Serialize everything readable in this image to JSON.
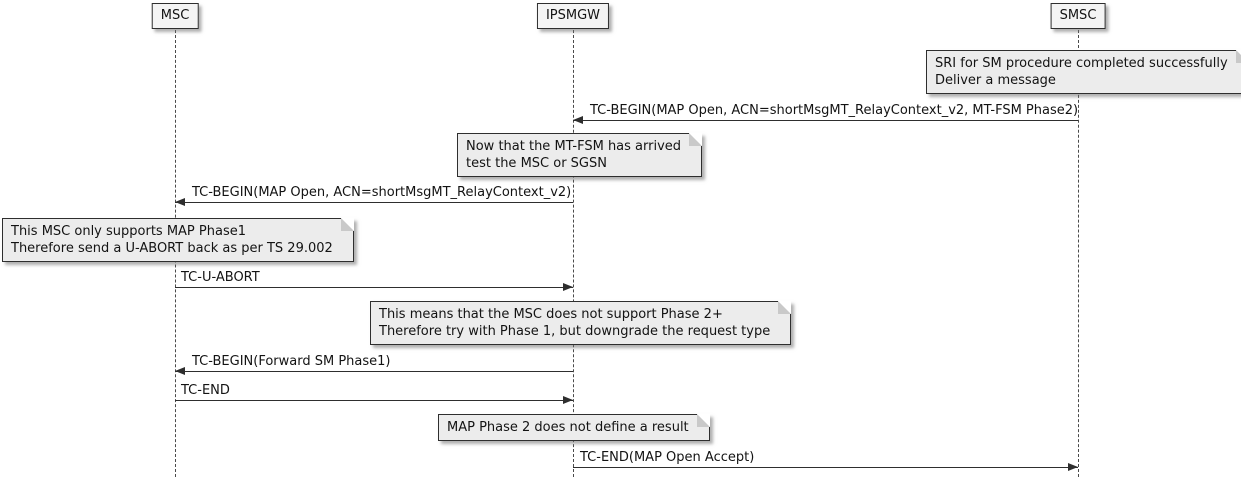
{
  "diagram": {
    "type": "sequence-diagram",
    "colors": {
      "background": "#ffffff",
      "participant_fill": "#f4f4f4",
      "note_fill": "#ececec",
      "line": "#2e2e2e",
      "text": "#131313"
    },
    "participants": [
      {
        "name": "MSC"
      },
      {
        "name": "IPSMGW"
      },
      {
        "name": "SMSC"
      }
    ],
    "notes": [
      {
        "over": "SMSC",
        "lines": [
          "SRI for SM procedure completed successfully",
          "Deliver a message"
        ]
      },
      {
        "over": "IPSMGW",
        "lines": [
          "Now that the MT-FSM has arrived",
          "test the MSC or SGSN"
        ]
      },
      {
        "over": "MSC",
        "lines": [
          "This MSC only supports MAP Phase1",
          "Therefore send a U-ABORT back as per TS 29.002"
        ]
      },
      {
        "over": "IPSMGW",
        "lines": [
          "This means that the MSC does not support Phase 2+",
          "Therefore try with Phase 1, but downgrade the request type"
        ]
      },
      {
        "over": "IPSMGW",
        "lines": [
          "MAP Phase 2 does not define a result"
        ]
      }
    ],
    "messages": [
      {
        "label": "TC-BEGIN(MAP Open, ACN=shortMsgMT_RelayContext_v2, MT-FSM Phase2)",
        "from": "SMSC",
        "to": "IPSMGW"
      },
      {
        "label": "TC-BEGIN(MAP Open, ACN=shortMsgMT_RelayContext_v2)",
        "from": "IPSMGW",
        "to": "MSC"
      },
      {
        "label": "TC-U-ABORT",
        "from": "MSC",
        "to": "IPSMGW"
      },
      {
        "label": "TC-BEGIN(Forward SM Phase1)",
        "from": "IPSMGW",
        "to": "MSC"
      },
      {
        "label": "TC-END",
        "from": "MSC",
        "to": "IPSMGW"
      },
      {
        "label": "TC-END(MAP Open Accept)",
        "from": "IPSMGW",
        "to": "SMSC"
      }
    ]
  }
}
